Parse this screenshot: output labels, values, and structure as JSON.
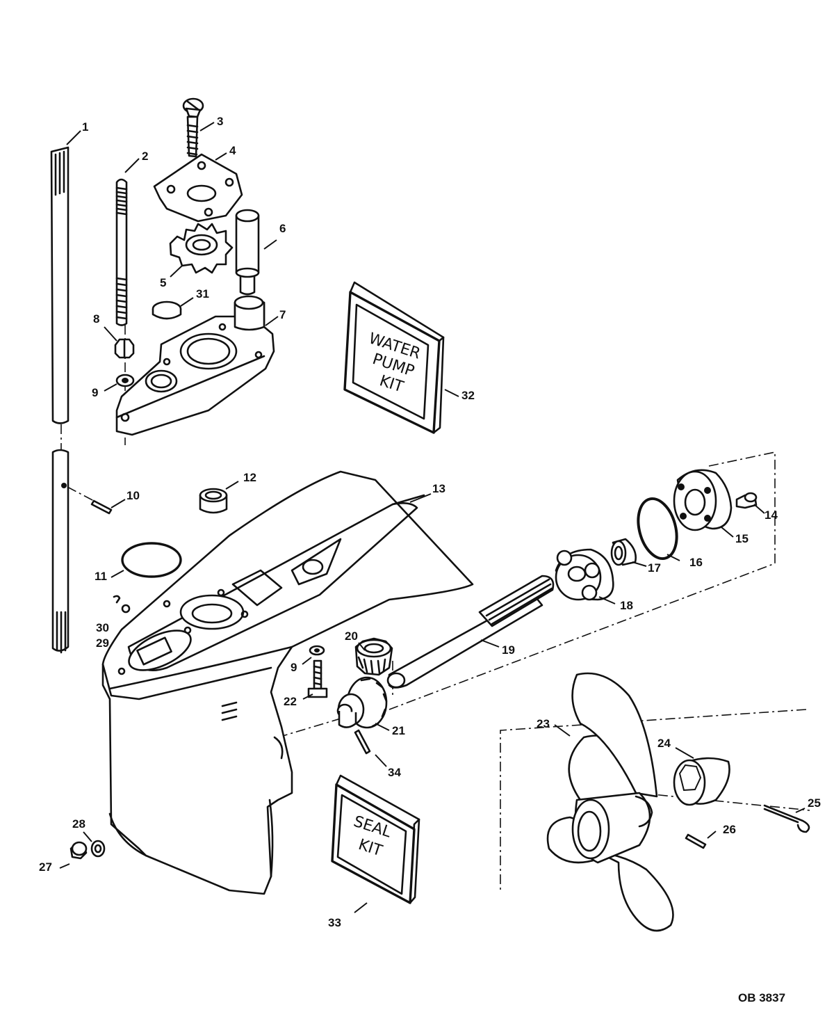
{
  "callouts": [
    "1",
    "2",
    "3",
    "4",
    "5",
    "6",
    "7",
    "8",
    "9",
    "9",
    "10",
    "11",
    "12",
    "13",
    "14",
    "15",
    "16",
    "17",
    "18",
    "19",
    "20",
    "21",
    "22",
    "23",
    "24",
    "25",
    "26",
    "27",
    "28",
    "29",
    "30",
    "31",
    "32",
    "33",
    "34"
  ],
  "water_pump_kit": [
    "WATER",
    "PUMP",
    "KIT"
  ],
  "seal_kit": [
    "SEAL",
    "KIT"
  ],
  "drawing_code": "OB 3837"
}
